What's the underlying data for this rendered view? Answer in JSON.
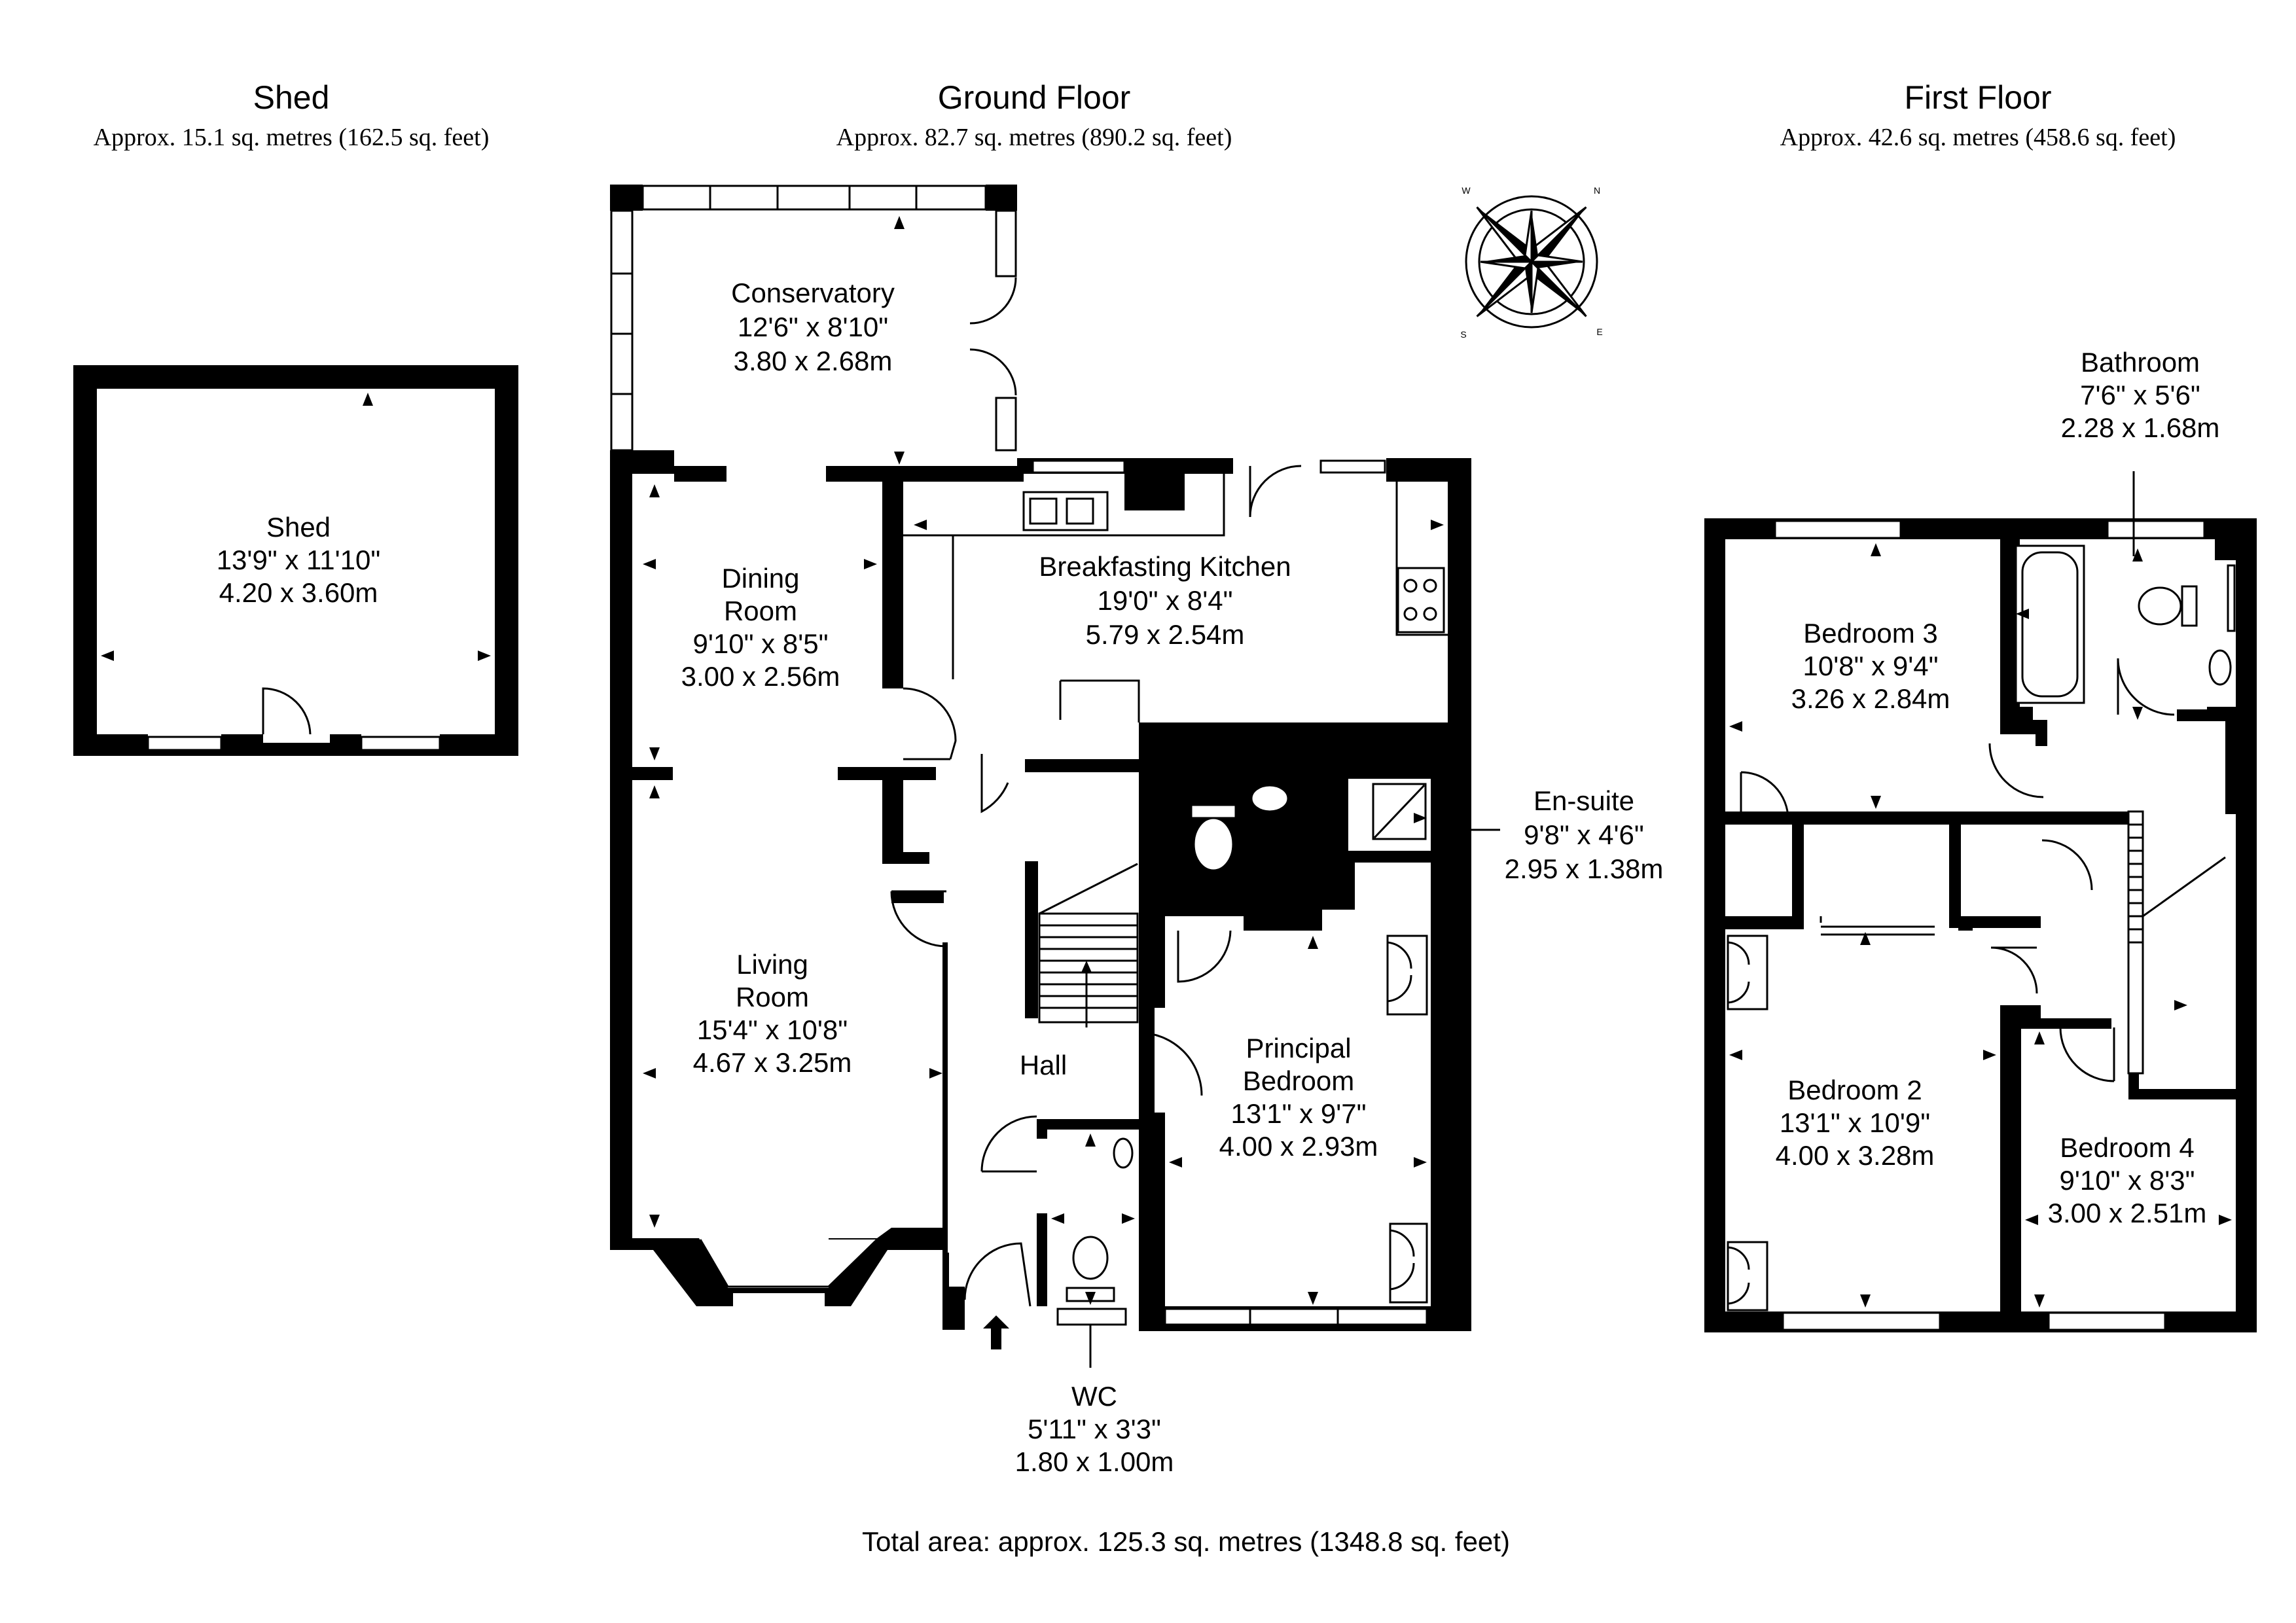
{
  "sections": {
    "shed": {
      "title": "Shed",
      "area": "Approx. 15.1 sq. metres (162.5 sq. feet)"
    },
    "ground_floor": {
      "title": "Ground Floor",
      "area": "Approx. 82.7 sq. metres (890.2 sq. feet)"
    },
    "first_floor": {
      "title": "First Floor",
      "area": "Approx. 42.6 sq. metres (458.6 sq. feet)"
    }
  },
  "rooms": {
    "shed": {
      "name": "Shed",
      "imperial": "13'9\" x 11'10\"",
      "metric": "4.20 x 3.60m"
    },
    "conservatory": {
      "name": "Conservatory",
      "imperial": "12'6\" x 8'10\"",
      "metric": "3.80 x 2.68m"
    },
    "dining_room": {
      "name1": "Dining",
      "name2": "Room",
      "imperial": "9'10\" x 8'5\"",
      "metric": "3.00 x 2.56m"
    },
    "breakfasting_kitchen": {
      "name": "Breakfasting Kitchen",
      "imperial": "19'0\" x 8'4\"",
      "metric": "5.79 x 2.54m"
    },
    "living_room": {
      "name1": "Living",
      "name2": "Room",
      "imperial": "15'4\" x 10'8\"",
      "metric": "4.67 x 3.25m"
    },
    "hall": {
      "name": "Hall"
    },
    "en_suite": {
      "name": "En-suite",
      "imperial": "9'8\" x 4'6\"",
      "metric": "2.95 x 1.38m"
    },
    "principal_bedroom": {
      "name1": "Principal",
      "name2": "Bedroom",
      "imperial": "13'1\" x 9'7\"",
      "metric": "4.00 x 2.93m"
    },
    "wc": {
      "name": "WC",
      "imperial": "5'11\" x 3'3\"",
      "metric": "1.80 x 1.00m"
    },
    "bathroom": {
      "name": "Bathroom",
      "imperial": "7'6\" x 5'6\"",
      "metric": "2.28 x 1.68m"
    },
    "bedroom_3": {
      "name": "Bedroom 3",
      "imperial": "10'8\" x 9'4\"",
      "metric": "3.26 x 2.84m"
    },
    "bedroom_2": {
      "name": "Bedroom 2",
      "imperial": "13'1\" x 10'9\"",
      "metric": "4.00 x 3.28m"
    },
    "bedroom_4": {
      "name": "Bedroom 4",
      "imperial": "9'10\" x 8'3\"",
      "metric": "3.00 x 2.51m"
    }
  },
  "compass": {
    "labels": [
      "N",
      "E",
      "S",
      "W"
    ],
    "icon": "compass-rose-icon"
  },
  "total_area": "Total area: approx. 125.3 sq. metres (1348.8 sq. feet)",
  "colors": {
    "wall": "#000000",
    "background": "#ffffff"
  }
}
